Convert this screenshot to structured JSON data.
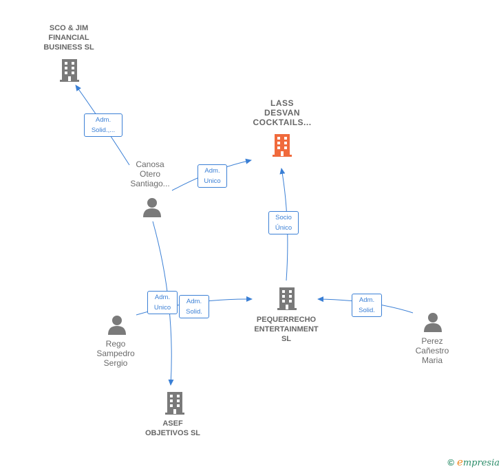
{
  "colors": {
    "edge": "#3a7fd5",
    "node_gray": "#7a7a7a",
    "node_main": "#f06a3c",
    "text": "#6b6b6b"
  },
  "nodes": {
    "sco_jim": {
      "label": "SCO & JIM\nFINANCIAL\nBUSINESS  SL",
      "icon": "building-icon"
    },
    "lass_desvan": {
      "label": "LASS\nDESVAN\nCOCKTAILS...",
      "icon": "building-icon"
    },
    "canosa": {
      "label": "Canosa\nOtero\nSantiago...",
      "icon": "person-icon"
    },
    "pequerrecho": {
      "label": "PEQUERRECHO\nENTERTAINMENT\nSL",
      "icon": "building-icon"
    },
    "rego": {
      "label": "Rego\nSampedro\nSergio",
      "icon": "person-icon"
    },
    "perez": {
      "label": "Perez\nCañestro\nMaria",
      "icon": "person-icon"
    },
    "asef": {
      "label": "ASEF\nOBJETIVOS SL",
      "icon": "building-icon"
    }
  },
  "edges": {
    "canosa_sco": "Adm.\nSolid.,...",
    "canosa_lass": "Adm.\nUnico",
    "pequerrecho_lass": "Socio\nÚnico",
    "canosa_asef": "Adm.\nUnico",
    "rego_pequerrecho": "Adm.\nSolid.",
    "perez_pequerrecho": "Adm.\nSolid."
  },
  "brand": {
    "symbol": "©",
    "e": "e",
    "rest": "mpresia"
  }
}
